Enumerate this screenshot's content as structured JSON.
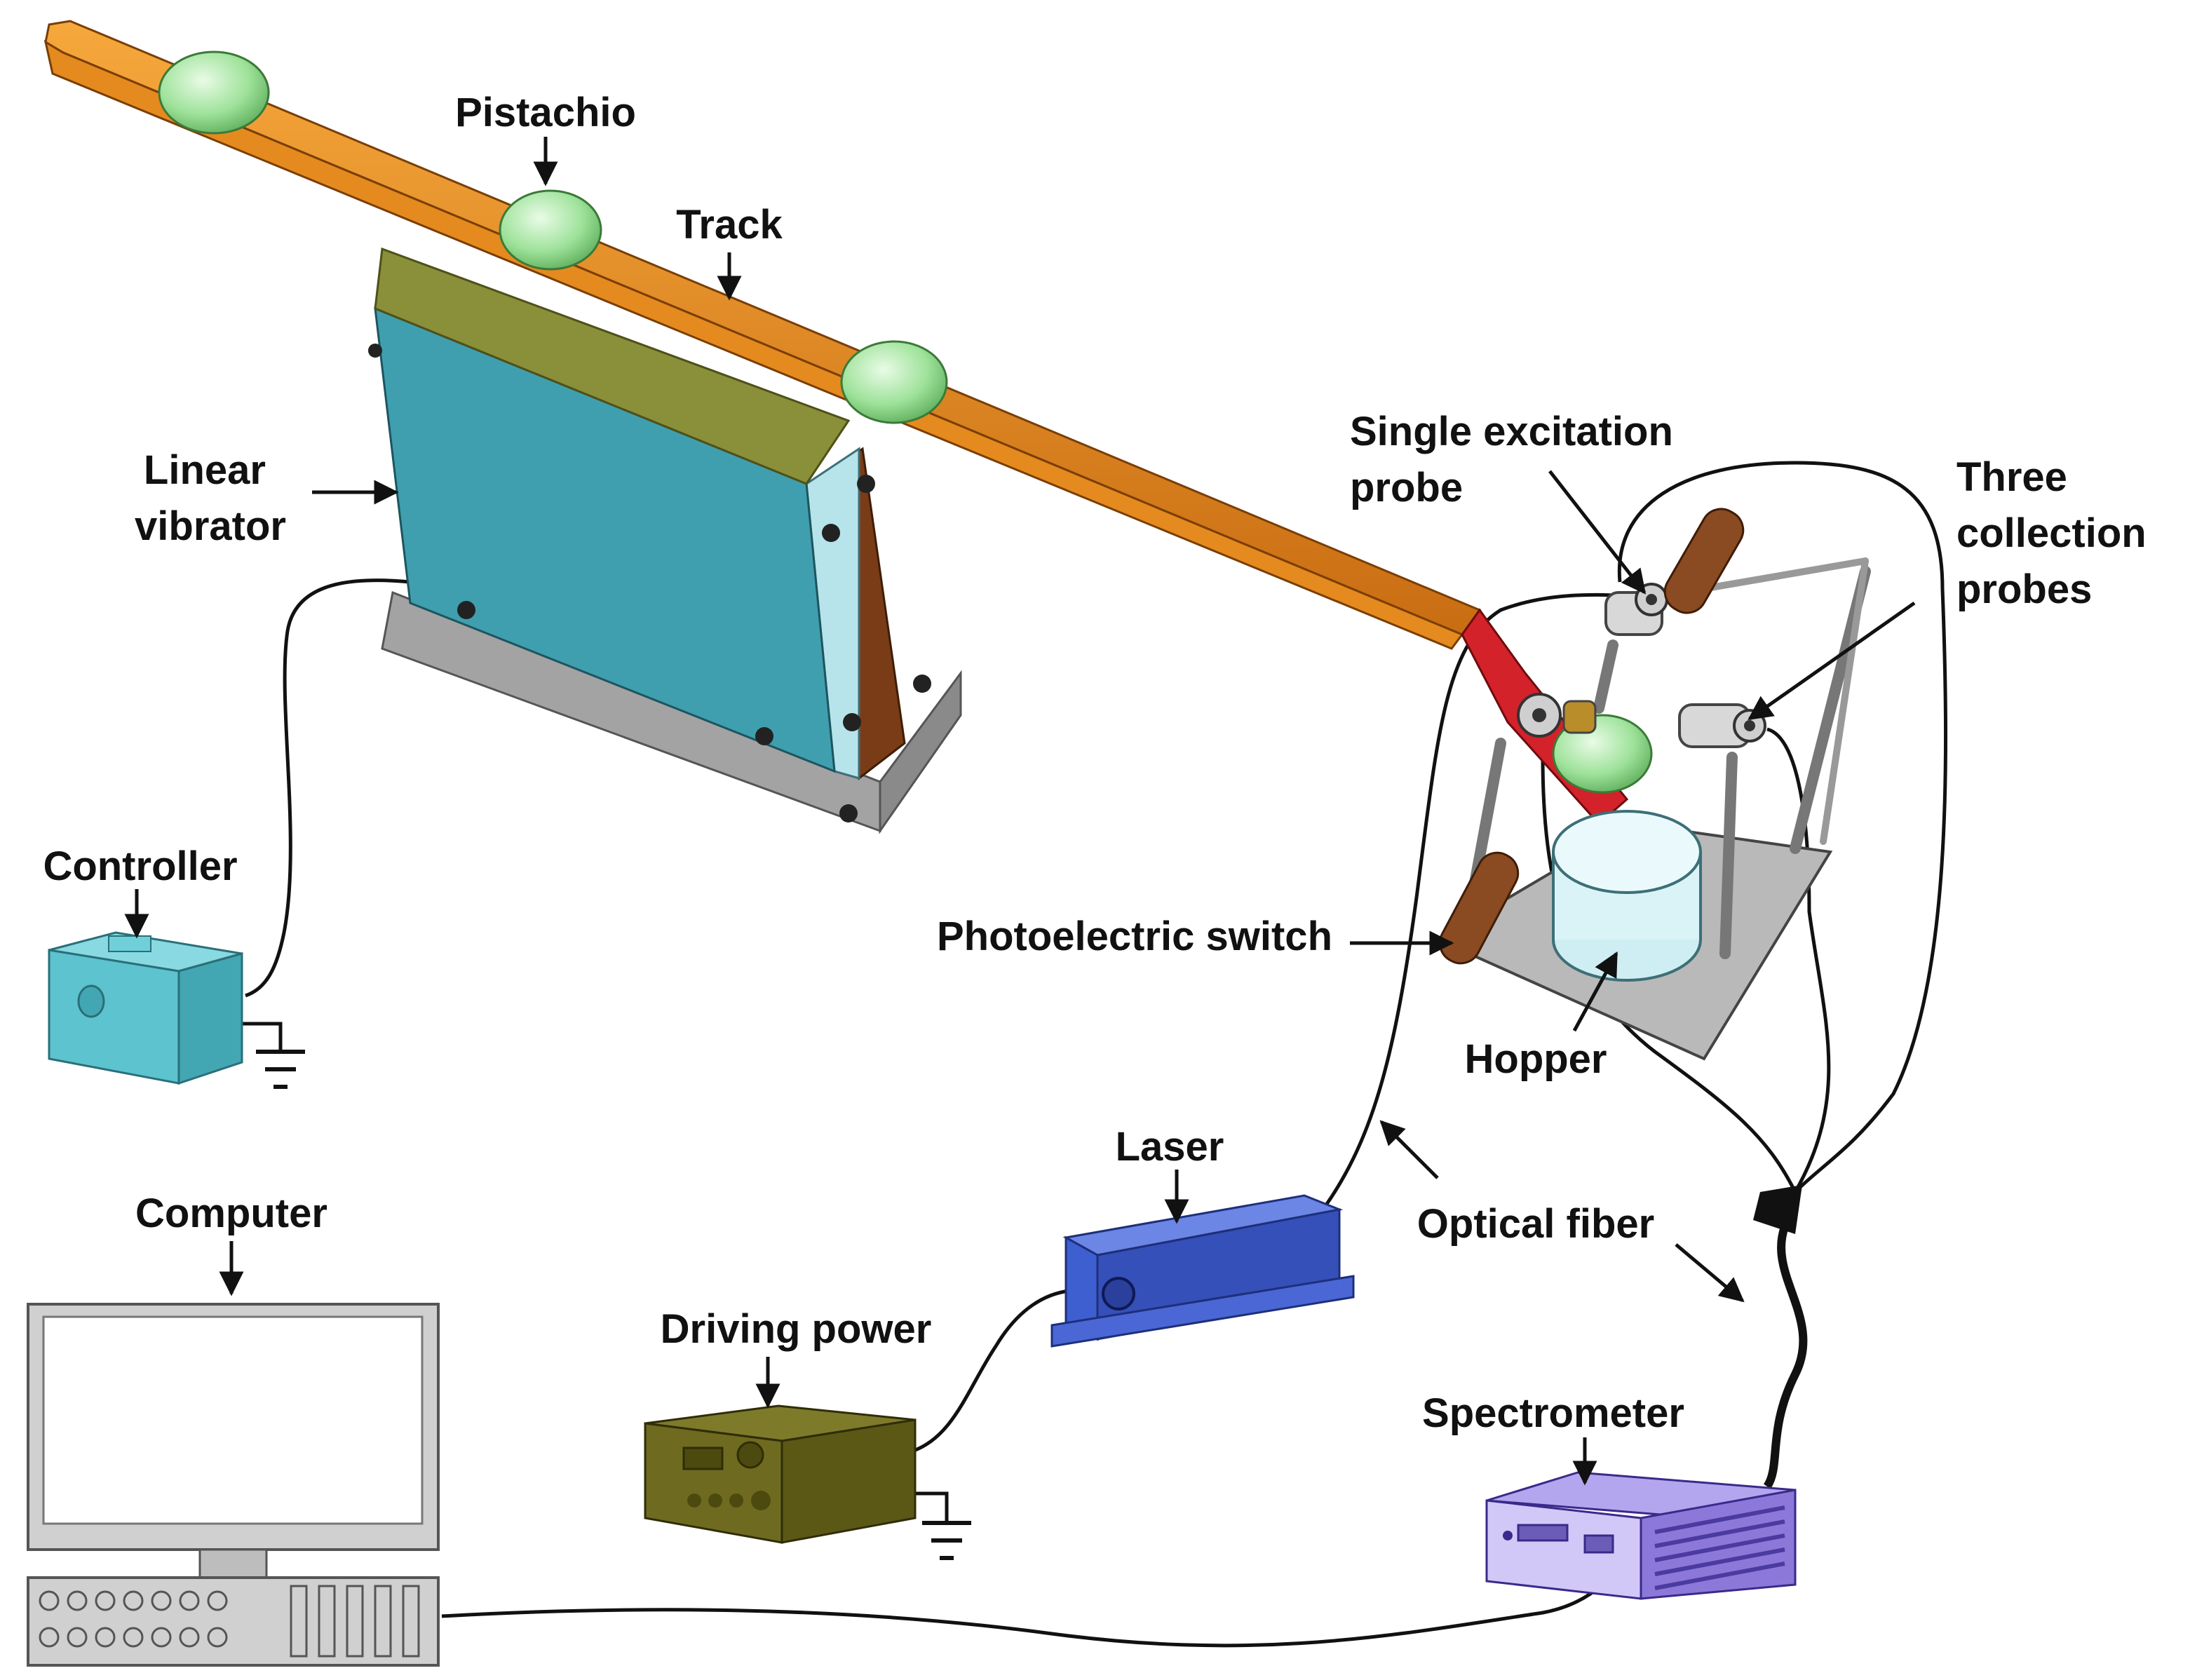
{
  "labels": {
    "pistachio": "Pistachio",
    "track": "Track",
    "linear_vibrator": [
      "Linear",
      "vibrator"
    ],
    "controller": "Controller",
    "single_excitation_probe": [
      "Single excitation",
      "probe"
    ],
    "three_collection_probes": [
      "Three",
      "collection",
      "probes"
    ],
    "photoelectric_switch": "Photoelectric switch",
    "hopper": "Hopper",
    "laser": "Laser",
    "optical_fiber": "Optical fiber",
    "computer": "Computer",
    "driving_power": "Driving power",
    "spectrometer": "Spectrometer"
  },
  "colors": {
    "track": "#e58a1f",
    "track_shadow": "#b8620e",
    "pistachio": "#9ee29a",
    "vibrator": "#3f9fae",
    "vibrator_top": "#8a8f3a",
    "vibrator_brown": "#7a3c16",
    "base_gray": "#9a9a9a",
    "controller": "#5cc3cf",
    "chute_red": "#d4222a",
    "probe_wood": "#8a4a22",
    "hopper": "#cfeef3",
    "plate": "#b9b9b9",
    "laser": "#3e5fd0",
    "driving_power": "#6e6a1f",
    "spectrometer": "#8c78d8",
    "computer_frame": "#c8c8c8",
    "wire": "#111111"
  }
}
